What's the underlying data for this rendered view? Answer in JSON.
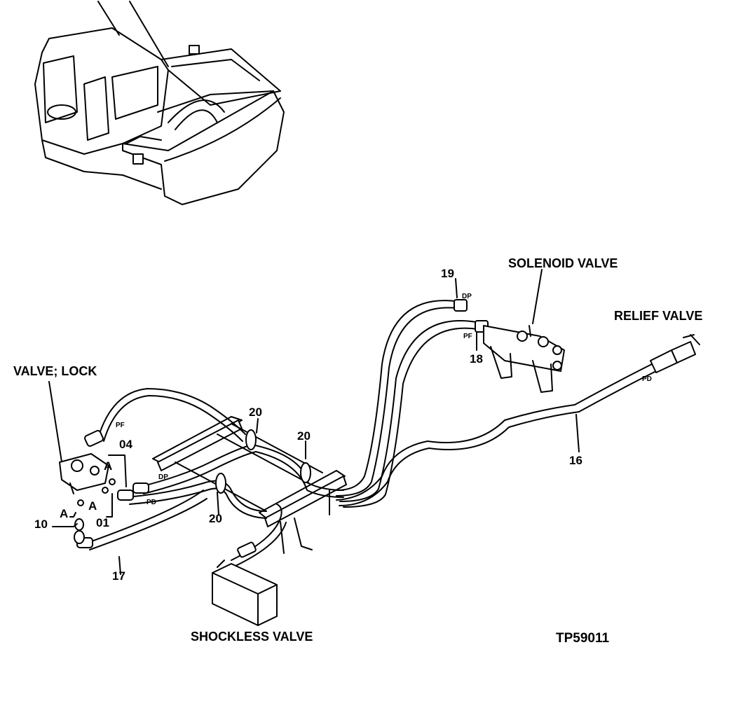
{
  "figure_id": "TP59011",
  "labels": {
    "solenoid_valve": "SOLENOID VALVE",
    "relief_valve": "RELIEF VALVE",
    "valve_lock": "VALVE; LOCK",
    "shockless_valve": "SHOCKLESS VALVE"
  },
  "callouts": {
    "c19": "19",
    "c18": "18",
    "c16": "16",
    "c17": "17",
    "c10": "10",
    "c04": "04",
    "c01": "01",
    "c20a": "20",
    "c20b": "20",
    "c20c": "20",
    "detail_a1": "A",
    "detail_a2": "A",
    "detail_a3": "A"
  },
  "port_labels": {
    "dp_top": "DP",
    "pf_top": "PF",
    "pd_right": "PD",
    "pf_left": "PF",
    "dp_left": "DP",
    "pd_left": "PD"
  }
}
